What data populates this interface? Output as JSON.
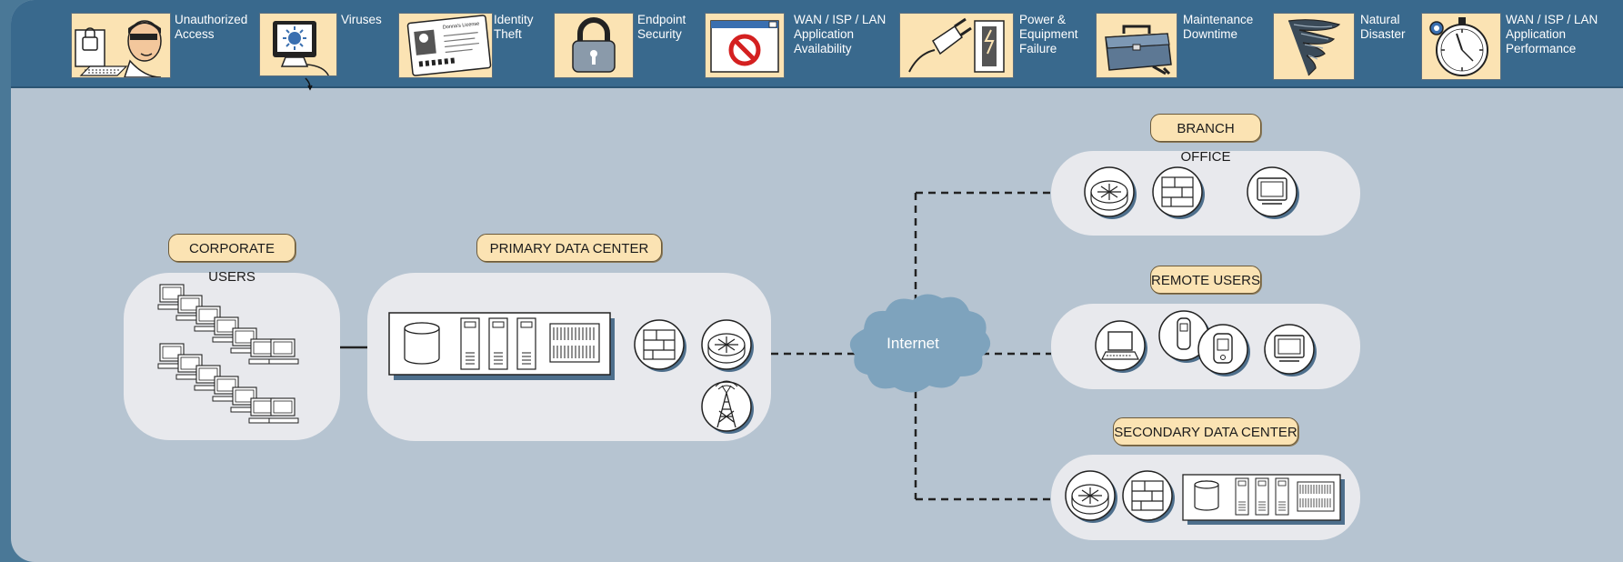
{
  "threats": [
    {
      "icon": "hacker-icon",
      "lines": [
        "Unauthorized",
        "Access"
      ]
    },
    {
      "icon": "virus-monitor-icon",
      "lines": [
        "Viruses"
      ]
    },
    {
      "icon": "id-card-icon",
      "lines": [
        "Identity",
        "Theft"
      ]
    },
    {
      "icon": "padlock-icon",
      "lines": [
        "Endpoint",
        "Security"
      ]
    },
    {
      "icon": "blocked-window-icon",
      "lines": [
        "WAN / ISP / LAN",
        "Application",
        "Availability"
      ]
    },
    {
      "icon": "power-plug-icon",
      "lines": [
        "Power &",
        "Equipment",
        "Failure"
      ]
    },
    {
      "icon": "toolbox-icon",
      "lines": [
        "Maintenance",
        "Downtime"
      ]
    },
    {
      "icon": "tornado-icon",
      "lines": [
        "Natural",
        "Disaster"
      ]
    },
    {
      "icon": "stopwatch-icon",
      "lines": [
        "WAN / ISP / LAN",
        "Application",
        "Performance"
      ]
    }
  ],
  "id_card_text": "Donna's License",
  "sites": {
    "corporate_users": "CORPORATE USERS",
    "primary_data_center": "PRIMARY DATA CENTER",
    "branch_office": "BRANCH OFFICE",
    "remote_users": "REMOTE USERS",
    "secondary_data_center": "SECONDARY DATA CENTER"
  },
  "cloud_label": "Internet",
  "colors": {
    "header": "#39698d",
    "background": "#b6c4d1",
    "site_box": "#e8e9ed",
    "label_fill": "#fbe3b3",
    "cloud": "#7ea3bd"
  }
}
